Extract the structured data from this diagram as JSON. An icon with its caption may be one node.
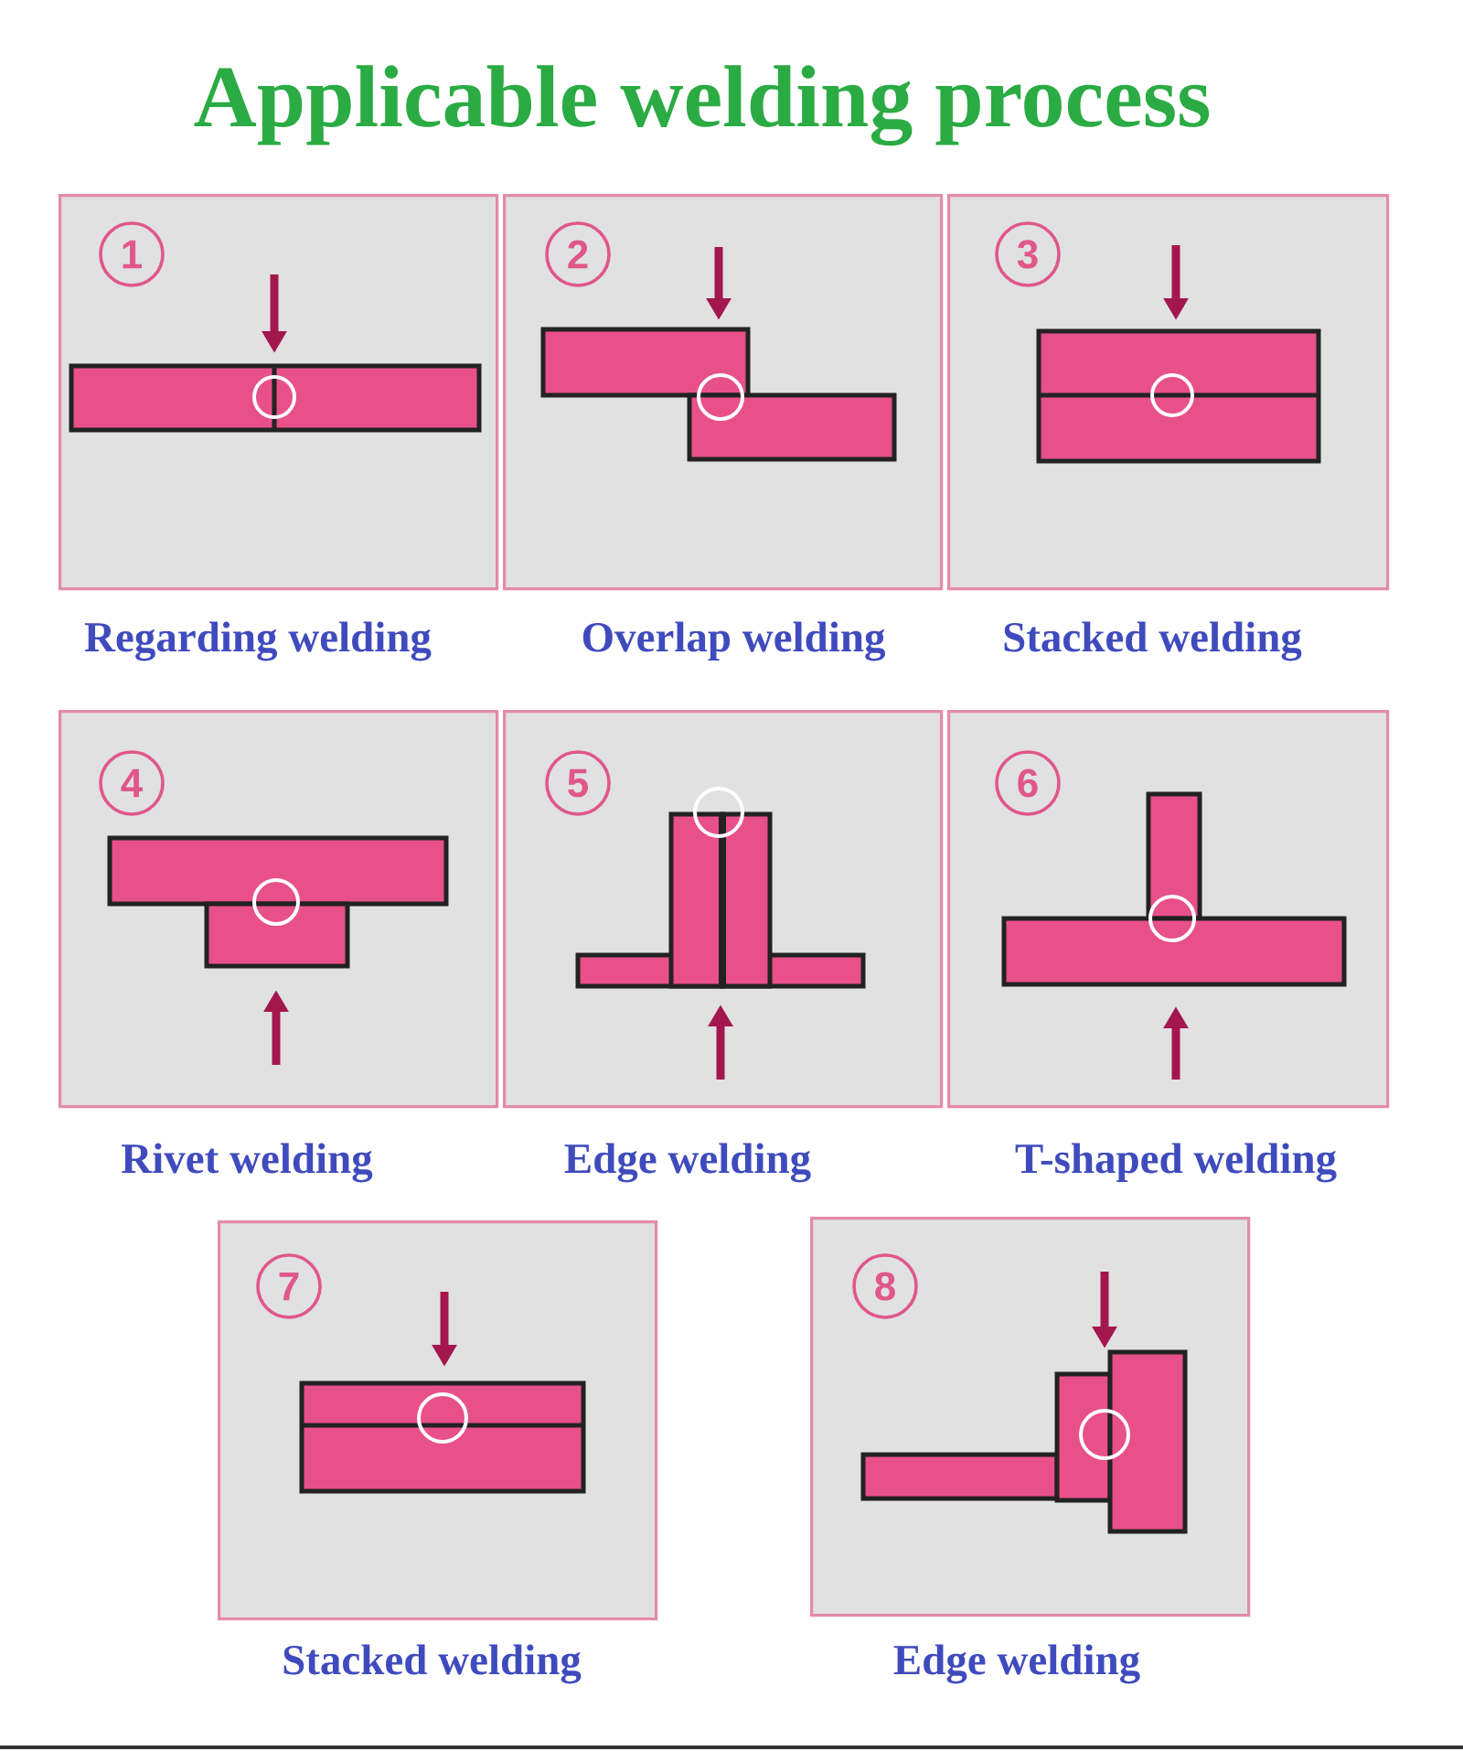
{
  "diagram": {
    "title": "Applicable welding process",
    "nodes": [
      {
        "text": [
          "1"
        ],
        "beside": [
          "Regarding welding"
        ]
      },
      {
        "text": [
          "2"
        ],
        "beside": [
          "Overlap welding"
        ]
      },
      {
        "text": [
          "3"
        ],
        "beside": [
          "Stacked welding"
        ]
      },
      {
        "text": [
          "4"
        ],
        "beside": [
          "Rivet welding"
        ]
      },
      {
        "text": [
          "5"
        ],
        "beside": [
          "Edge welding"
        ]
      },
      {
        "text": [
          "6"
        ],
        "beside": [
          "T-shaped welding"
        ]
      },
      {
        "text": [
          "7"
        ],
        "beside": [
          "Stacked welding"
        ]
      },
      {
        "text": [
          "8"
        ],
        "beside": [
          "Edge welding"
        ]
      }
    ]
  }
}
